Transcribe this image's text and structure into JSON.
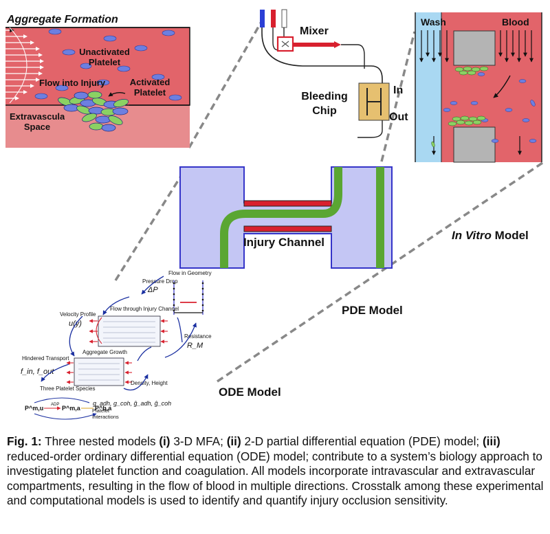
{
  "aggregate_panel": {
    "title": "Aggregate Formation",
    "unactivated_label": "Unactivated Platelet",
    "activated_label": "Activated Platelet",
    "flow_label": "Flow into Injury",
    "extravascular_label": "Extravascular Space"
  },
  "setup_panel": {
    "mixer_label": "Mixer",
    "chip_label": "Bleeding Chip",
    "in_label": "In",
    "out_label": "Out"
  },
  "microfluidic_panel": {
    "wash_label": "Wash",
    "blood_label": "Blood"
  },
  "pde_panel": {
    "injury_label": "Injury Channel"
  },
  "ode_panel": {
    "pressure_drop_label": "Pressure Drop",
    "pressure_symbol": "ΔP",
    "flow_geometry_label": "Flow in Geometry",
    "flow_channel_label": "Flow through Injury Channel",
    "velocity_label": "Velocity Profile",
    "velocity_symbol": "u(y)",
    "resistance_label": "Resistance",
    "resistance_symbol": "R_M",
    "aggregate_growth_label": "Aggregate Growth",
    "hindered_label": "Hindered Transport",
    "hindered_symbol": "f_in, f_out",
    "species_label": "Three Platelet Species",
    "density_label": "Density, Height",
    "interactions_symbol": "g_adh, g_coh, ĝ_adh, ĝ_coh",
    "interactions_label": "Platelet Interactions",
    "species_symbols": [
      "P^m,u",
      "P^m,a",
      "P^b,a"
    ],
    "adp_label": "ADP"
  },
  "model_labels": {
    "in_vitro_italic": "In Vitro",
    "in_vitro_rest": " Model",
    "pde": "PDE Model",
    "ode": "ODE Model"
  },
  "caption": {
    "fig": "Fig. 1:",
    "t1": " Three nested models ",
    "i": "(i)",
    "t2": " 3-D MFA; ",
    "ii": "(ii)",
    "t3": " 2-D partial differential equation (PDE) model; ",
    "iii": "(iii)",
    "t4": " reduced-order ordinary differential equation (ODE) model; contribute to a system’s biology approach to investigating platelet function and coagulation. All models incorporate intravascular and extravascular compartments, resulting in the flow of blood in multiple directions. Crosstalk among these experimental and computational models is used to identify and quantify injury occlusion sensitivity."
  },
  "colors": {
    "blood": "#e2646a",
    "extravascular": "#e78c8e",
    "platelet_unactivated": "#6d7fe0",
    "platelet_activated": "#8bd163",
    "wash": "#a9d8f2",
    "pde_domain": "#c4c6f4",
    "pde_border": "#3434c8",
    "aggregate_green": "#5aa632",
    "injury_red": "#d8202e",
    "chip": "#e6c070",
    "grey_block": "#b4b4b4"
  }
}
